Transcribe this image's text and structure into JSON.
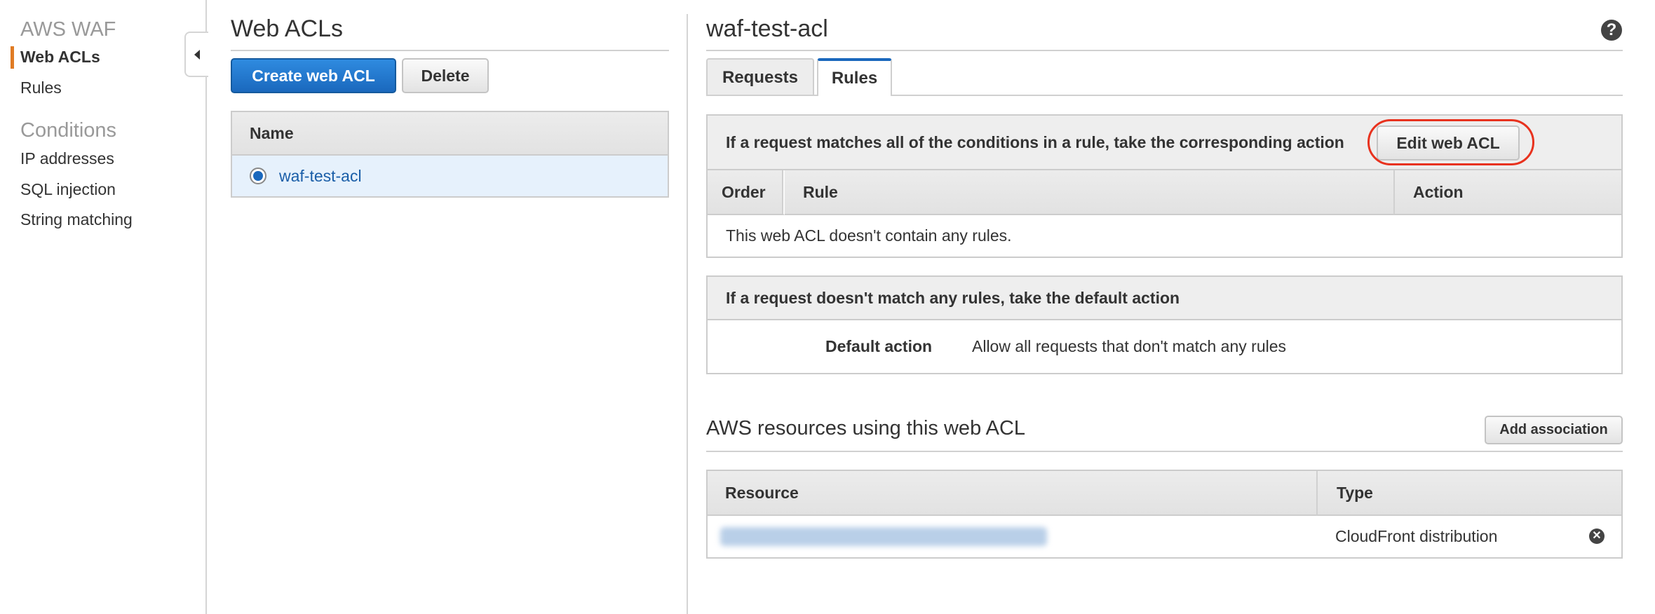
{
  "sidebar": {
    "service_title": "AWS WAF",
    "items": [
      {
        "label": "Web ACLs",
        "active": true
      },
      {
        "label": "Rules",
        "active": false
      }
    ],
    "conditions_title": "Conditions",
    "condition_items": [
      {
        "label": "IP addresses"
      },
      {
        "label": "SQL injection"
      },
      {
        "label": "String matching"
      }
    ],
    "collapse_icon": "caret-left-icon"
  },
  "left_panel": {
    "title": "Web ACLs",
    "create_button": "Create web ACL",
    "delete_button": "Delete",
    "table": {
      "columns": [
        "Name"
      ],
      "rows": [
        {
          "name": "waf-test-acl",
          "selected": true
        }
      ]
    }
  },
  "right_panel": {
    "title": "waf-test-acl",
    "help_icon": "question-circle-icon",
    "tabs": [
      {
        "label": "Requests",
        "active": false
      },
      {
        "label": "Rules",
        "active": true
      }
    ],
    "rules_section": {
      "heading": "If a request matches all of the conditions in a rule, take the corresponding action",
      "edit_button": "Edit web ACL",
      "columns": [
        "Order",
        "Rule",
        "Action"
      ],
      "empty_message": "This web ACL doesn't contain any rules."
    },
    "default_section": {
      "heading": "If a request doesn't match any rules, take the default action",
      "label": "Default action",
      "value": "Allow all requests that don't match any rules"
    },
    "resources_section": {
      "title": "AWS resources using this web ACL",
      "add_button": "Add association",
      "columns": [
        "Resource",
        "Type"
      ],
      "rows": [
        {
          "resource": "[redacted]",
          "type": "CloudFront distribution",
          "remove_icon": "remove-circle-icon"
        }
      ]
    }
  },
  "colors": {
    "primary": "#1a68bd",
    "active_nav_bar": "#e07b24",
    "annotation": "#e8321e",
    "selected_row": "#e6f1fc",
    "link": "#1a5ea8"
  }
}
